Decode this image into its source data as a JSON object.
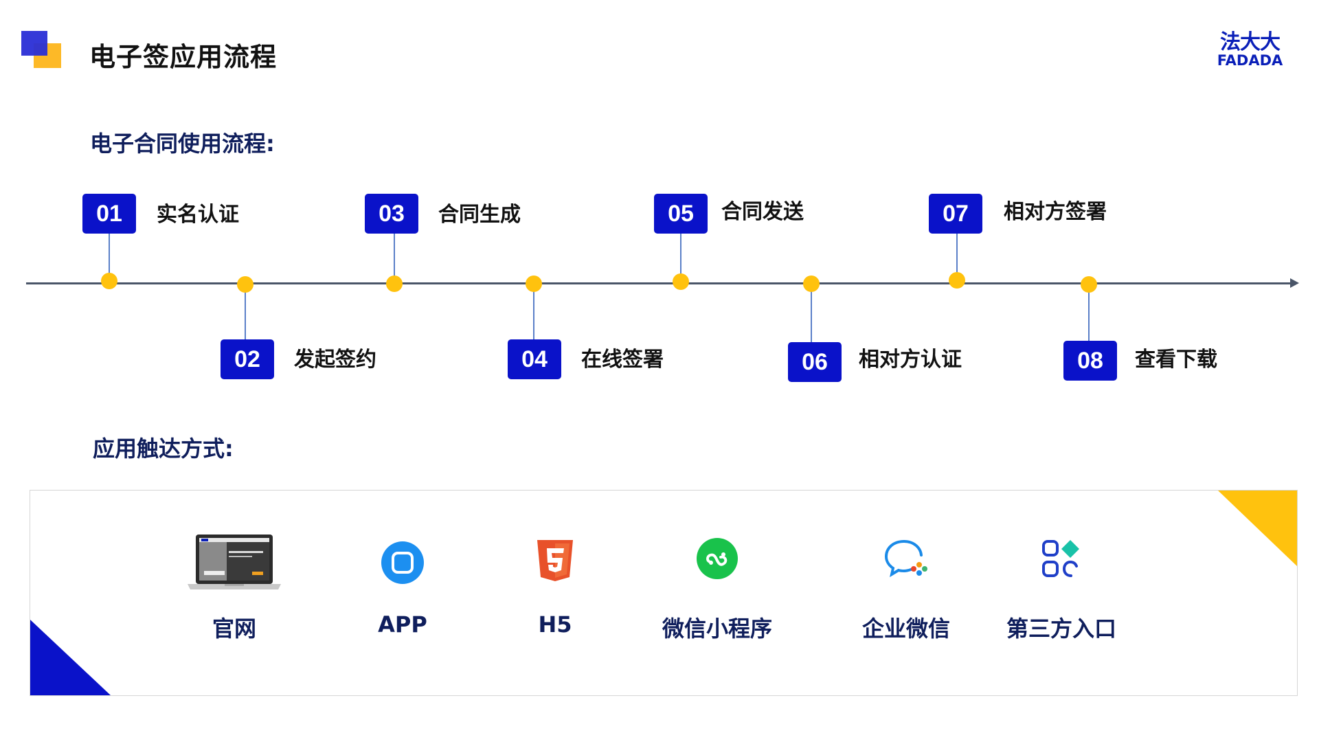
{
  "header": {
    "title": "电子签应用流程",
    "brand_cn": "法大大",
    "brand_en": "FADADA"
  },
  "flow": {
    "heading": "电子合同使用流程:",
    "steps": [
      {
        "num": "01",
        "label": "实名认证"
      },
      {
        "num": "02",
        "label": "发起签约"
      },
      {
        "num": "03",
        "label": "合同生成"
      },
      {
        "num": "04",
        "label": "在线签署"
      },
      {
        "num": "05",
        "label": "合同发送"
      },
      {
        "num": "06",
        "label": "相对方认证"
      },
      {
        "num": "07",
        "label": "相对方签署"
      },
      {
        "num": "08",
        "label": "查看下载"
      }
    ]
  },
  "reach": {
    "heading": "应用触达方式:",
    "channels": [
      {
        "label": "官网",
        "icon": "laptop-icon"
      },
      {
        "label": "APP",
        "icon": "app-icon"
      },
      {
        "label": "H5",
        "icon": "html5-icon"
      },
      {
        "label": "微信小程序",
        "icon": "wechat-miniprogram-icon"
      },
      {
        "label": "企业微信",
        "icon": "wecom-icon"
      },
      {
        "label": "第三方入口",
        "icon": "third-party-apps-icon"
      }
    ]
  },
  "colors": {
    "badge_blue": "#0A12C9",
    "dot_yellow": "#FFC20E",
    "heading_navy": "#0F1E5C",
    "brand_blue": "#0A1FB8"
  }
}
